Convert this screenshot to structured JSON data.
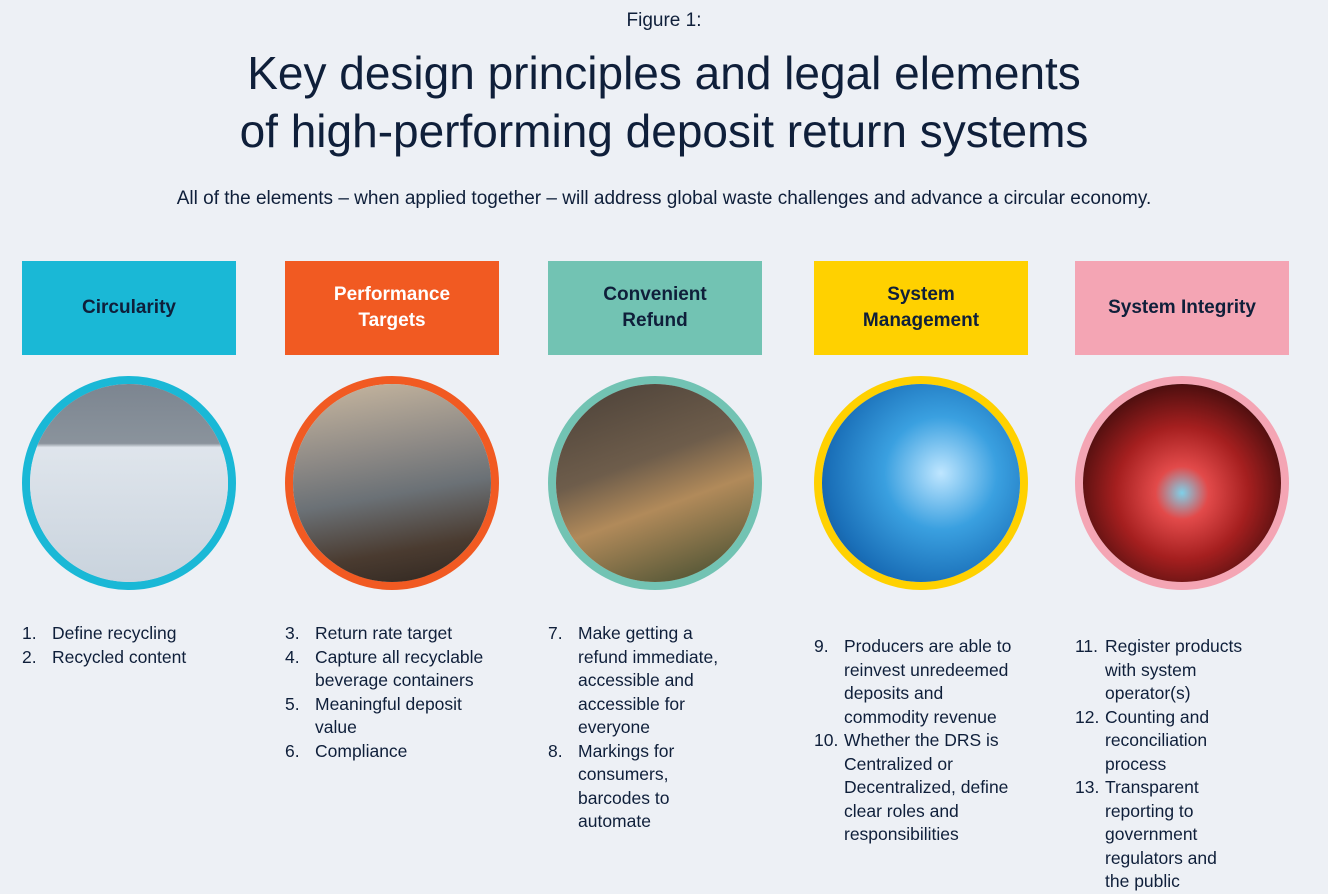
{
  "figure_label": "Figure 1:",
  "title_line1": "Key design principles and legal elements",
  "title_line2": "of high-performing deposit return systems",
  "subtitle": "All of the elements – when applied together – will address global waste challenges and advance a circular economy.",
  "columns": [
    {
      "heading": "Circularity",
      "color": "#1ab8d6",
      "text_color": "#0f1f3a",
      "photo": "crushed-plastic-bottles",
      "items": [
        {
          "n": "1.",
          "t": "Define recycling"
        },
        {
          "n": "2.",
          "t": "Recycled content"
        }
      ]
    },
    {
      "heading": "Performance Targets",
      "color": "#f15a22",
      "text_color": "#ffffff",
      "photo": "picking-litter-shore",
      "items": [
        {
          "n": "3.",
          "t": "Return rate target"
        },
        {
          "n": "4.",
          "t": "Capture all recyclable beverage containers"
        },
        {
          "n": "5.",
          "t": "Meaningful deposit value"
        },
        {
          "n": "6.",
          "t": "Compliance"
        }
      ]
    },
    {
      "heading": "Convenient Refund",
      "color": "#72c3b3",
      "text_color": "#0f1f3a",
      "photo": "kids-returning-bottles",
      "items": [
        {
          "n": "7.",
          "t": "Make getting a refund immediate, accessible and accessible for everyone"
        },
        {
          "n": "8.",
          "t": "Markings for consumers, barcodes to automate"
        }
      ]
    },
    {
      "heading": "System Management",
      "color": "#ffd100",
      "text_color": "#0f1f3a",
      "photo": "water-bottles-conveyor",
      "items": [
        {
          "n": "9.",
          "t": "Producers are able to reinvest unredeemed deposits and commodity revenue"
        },
        {
          "n": "10.",
          "t": "Whether the DRS is Centralized or Decentralized, define clear roles and responsibilities"
        }
      ]
    },
    {
      "heading": "System Integrity",
      "color": "#f4a5b4",
      "text_color": "#0f1f3a",
      "photo": "reverse-vending-machine",
      "items": [
        {
          "n": "11.",
          "t": "Register products with system operator(s)"
        },
        {
          "n": "12.",
          "t": "Counting and reconciliation process"
        },
        {
          "n": "13.",
          "t": "Transparent reporting to government regulators and the public"
        }
      ]
    }
  ]
}
